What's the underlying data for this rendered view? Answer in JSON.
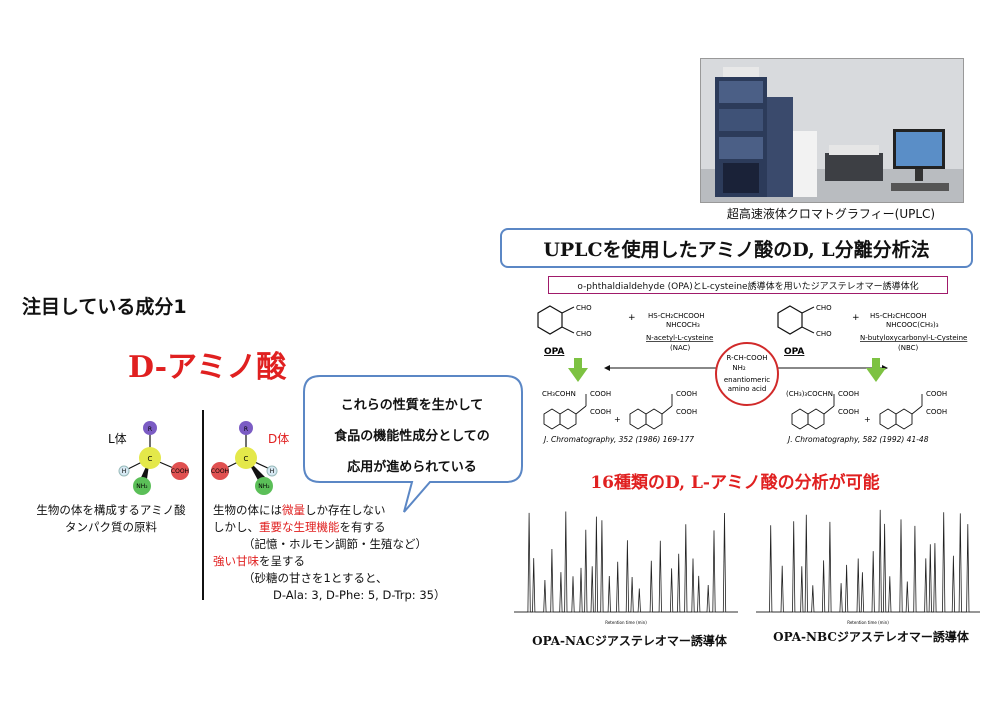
{
  "uplc_photo": {
    "caption": "超高速液体クロマトグラフィー(UPLC)"
  },
  "uplc_title": "UPLCを使用したアミノ酸のD, L分離分析法",
  "opa_box_text": "o-phthaldialdehyde (OPA)とL-cysteine誘導体を用いたジアステレオマー誘導体化",
  "scheme": {
    "cho": "CHO",
    "left": {
      "reagent_line1": "HS-CH₂CHCOOH",
      "reagent_line2": "NHCOCH₃",
      "opa_label": "OPA",
      "reagent_name": "N-acetyl-L-cysteine",
      "reagent_abbr": "(NAC)",
      "reference": "J. Chromatography, 352 (1986) 169-177"
    },
    "right": {
      "reagent_line1": "HS-CH₂CHCOOH",
      "reagent_line2": "NHCOOC(CH₃)₃",
      "opa_label": "OPA",
      "reagent_name": "N-butyloxycarbonyl-L-Cysteine",
      "reagent_abbr": "(NBC)",
      "reference": "J. Chromatography, 582 (1992) 41-48"
    },
    "center_line1": "R-CH-COOH",
    "center_line2": "NH₂",
    "center_line3": "enantiomeric",
    "center_line4": "amino acid"
  },
  "heading": "注目している成分1",
  "main_title": "D-アミノ酸",
  "molecules": {
    "l_label": "L体",
    "d_label": "D体",
    "r": "R",
    "c": "C",
    "h": "H",
    "cooh": "COOH",
    "nh2": "NH₂"
  },
  "left_text": {
    "line1": "生物の体を構成するアミノ酸",
    "line2": "タンパク質の原料"
  },
  "right_text": {
    "l1_a": "生物の体には",
    "l1_red": "微量",
    "l1_b": "しか存在しない",
    "l2_a": "しかし、",
    "l2_red": "重要な生理機能",
    "l2_b": "を有する",
    "l3": "（記憶・ホルモン調節・生殖など）",
    "l4_red": "強い甘味",
    "l4_b": "を呈する",
    "l5": "（砂糖の甘さを1とすると、",
    "l6": "D-Ala: 3, D-Phe: 5, D-Trp: 35）"
  },
  "bubble": {
    "line1": "これらの性質を生かして",
    "line2": "食品の機能性成分としての",
    "line3": "応用が進められている"
  },
  "red_title": "16種類のD, L-アミノ酸の分析が可能",
  "chromatograms": {
    "left_label": "OPA-NACジアステレオマー誘導体",
    "right_label": "OPA-NBCジアステレオマー誘導体",
    "x_axis_label": "Retention time (min)"
  },
  "colors": {
    "accent_red": "#e02020",
    "box_blue": "#5b87c5",
    "box_magenta": "#a01a6a",
    "arrow_green": "#7dc242"
  }
}
